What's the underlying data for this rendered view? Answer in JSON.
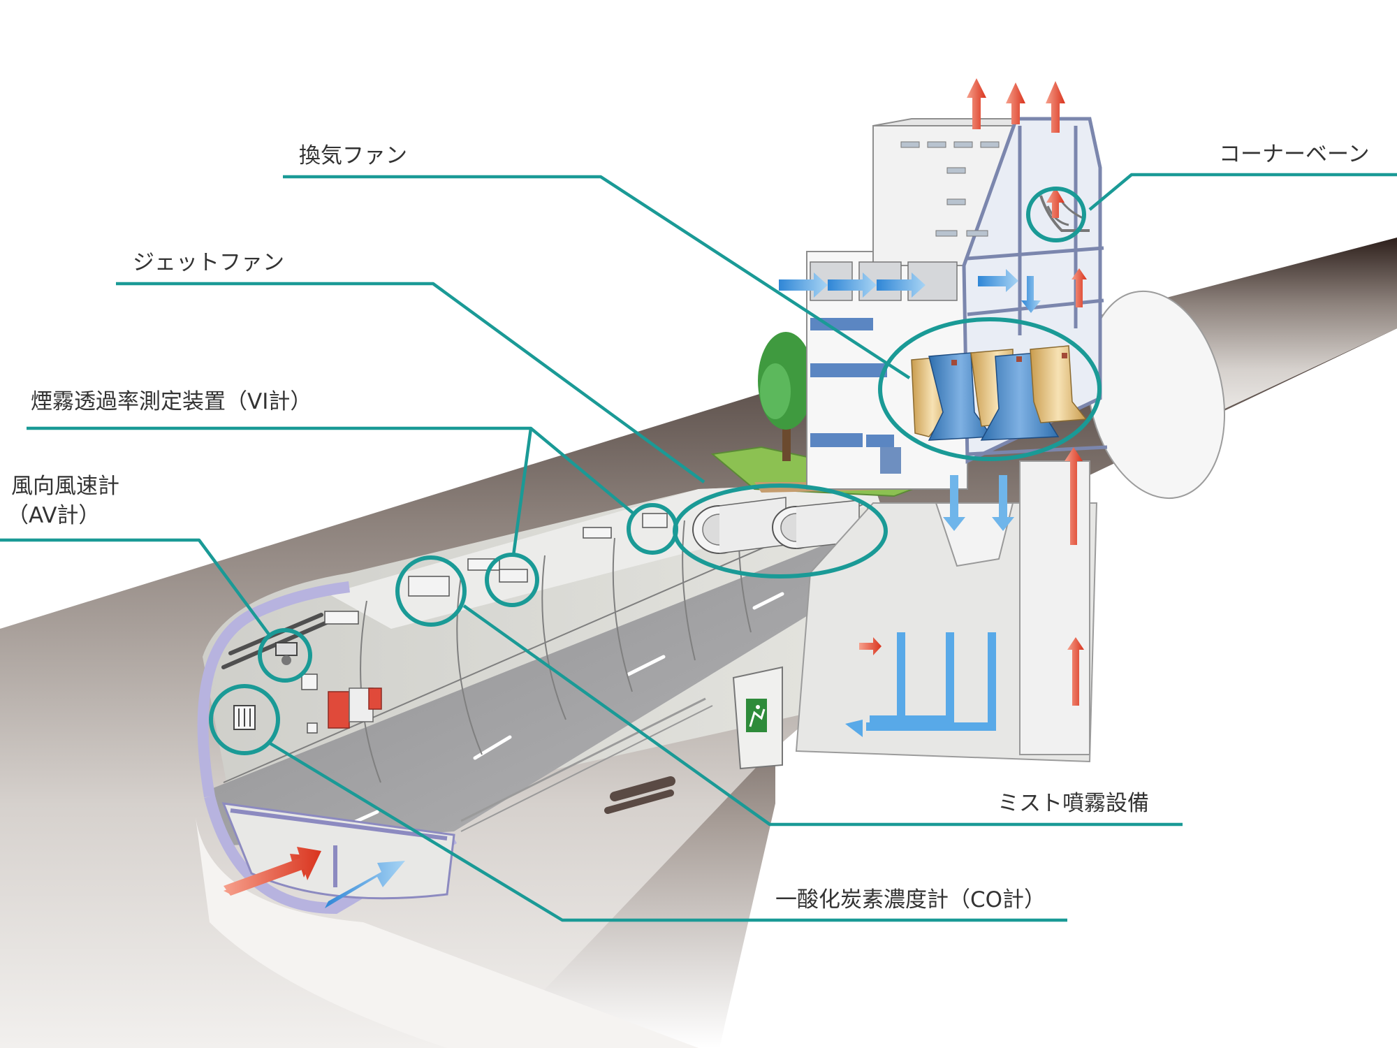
{
  "labels": {
    "ventilation_fan": "換気ファン",
    "jet_fan": "ジェットファン",
    "vi_meter": "煙霧透過率測定装置（VI計）",
    "av_meter_line1": "風向風速計",
    "av_meter_line2": "（AV計）",
    "corner_vane": "コーナーベーン",
    "mist_spray": "ミスト噴霧設備",
    "co_meter": "一酸化炭素濃度計（CO計）"
  },
  "colors": {
    "leader": "#1a9a96",
    "airflow_supply": "#4a9fe0",
    "airflow_exhaust": "#e0452e",
    "tunnel_shell": "#6e635e",
    "road": "#a6a6a8",
    "building": "#f4f4f4",
    "fan_blue": "#4b88c4",
    "fan_tan": "#e8c98a",
    "exit_sign": "#2e8b3a"
  },
  "icons": [
    "emergency-exit-sign-icon",
    "airflow-arrow-icon"
  ]
}
